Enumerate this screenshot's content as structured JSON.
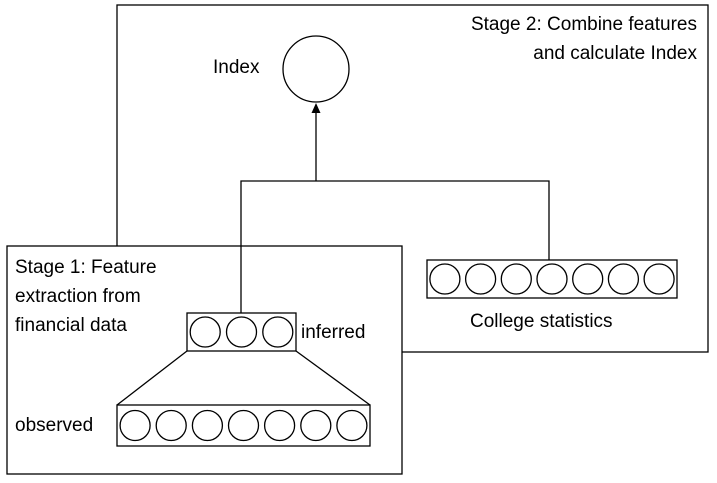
{
  "stage2": {
    "title_line1": "Stage 2: Combine features",
    "title_line2": "and calculate Index"
  },
  "stage1": {
    "title_line1": "Stage 1: Feature",
    "title_line2": "extraction from",
    "title_line3": "financial data"
  },
  "index_node": {
    "label": "Index"
  },
  "college_statistics": {
    "label": "College statistics",
    "node_count": 7
  },
  "inferred_layer": {
    "label": "inferred",
    "node_count": 3
  },
  "observed_layer": {
    "label": "observed",
    "node_count": 7
  },
  "colors": {
    "stroke": "#000000",
    "background": "#ffffff"
  }
}
